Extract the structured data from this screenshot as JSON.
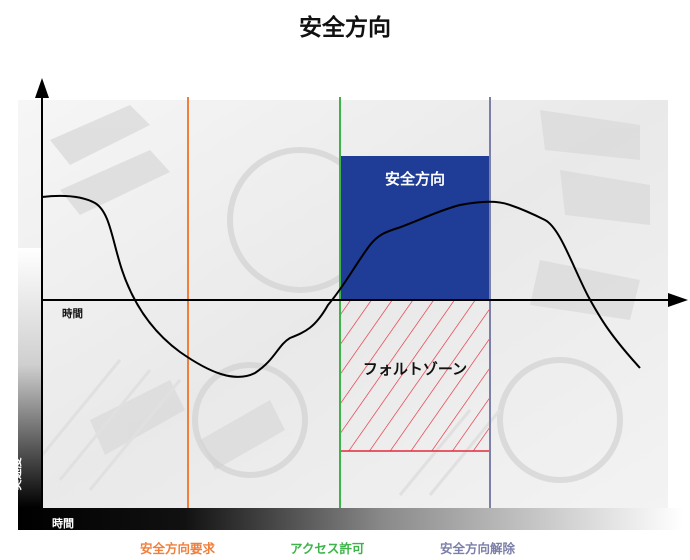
{
  "title": "安全方向",
  "axes": {
    "time_label_bottom": "時間",
    "time_label_middle": "時間",
    "speed_label": "実速度"
  },
  "zones": {
    "safe_direction_label": "安全方向",
    "fault_zone_label": "フォルトゾーン"
  },
  "legend": {
    "safe_direction_request": "安全方向要求",
    "access_permission": "アクセス許可",
    "safe_direction_release": "安全方向解除"
  },
  "colors": {
    "safe_direction_request": "#f07f3c",
    "access_permission": "#3db34a",
    "safe_direction_release": "#7c7fa8",
    "safe_box": "#1f3c96",
    "fault_hatch": "#e32a3a"
  }
}
